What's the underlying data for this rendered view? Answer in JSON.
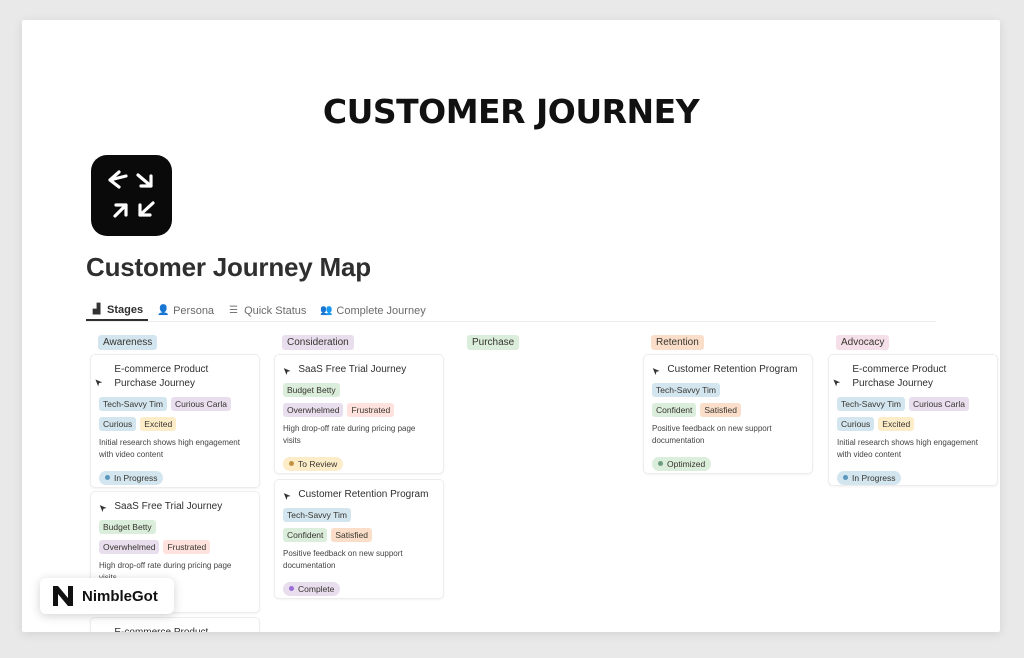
{
  "hero": {
    "title": "CUSTOMER JOURNEY"
  },
  "page": {
    "title": "Customer Journey Map",
    "icon": "arrows-icon"
  },
  "tabs": [
    {
      "label": "Stages",
      "icon": "chart-icon"
    },
    {
      "label": "Persona",
      "icon": "person-icon"
    },
    {
      "label": "Quick Status",
      "icon": "checklist-icon"
    },
    {
      "label": "Complete Journey",
      "icon": "people-icon"
    }
  ],
  "columns": [
    {
      "label": "Awareness",
      "color": "#d3e5ef",
      "cards": [
        {
          "title": "E-commerce Product Purchase Journey",
          "personas": [
            "Tech-Savvy Tim",
            "Curious Carla"
          ],
          "emotions": [
            "Curious",
            "Excited"
          ],
          "desc": "Initial research shows high engagement with video content",
          "status": "In Progress"
        },
        {
          "title": "SaaS Free Trial Journey",
          "personas": [
            "Budget Betty"
          ],
          "emotions": [
            "Overwhelmed",
            "Frustrated"
          ],
          "desc": "High drop-off rate during pricing page visits",
          "status": ""
        },
        {
          "title": "E-commerce Product Purchase",
          "personas": [],
          "emotions": [],
          "desc": "",
          "status": ""
        }
      ]
    },
    {
      "label": "Consideration",
      "color": "#e8deee",
      "cards": [
        {
          "title": "SaaS Free Trial Journey",
          "personas": [
            "Budget Betty"
          ],
          "emotions": [
            "Overwhelmed",
            "Frustrated"
          ],
          "desc": "High drop-off rate during pricing page visits",
          "status": "To Review"
        },
        {
          "title": "Customer Retention Program",
          "personas": [
            "Tech-Savvy Tim"
          ],
          "emotions": [
            "Confident",
            "Satisfied"
          ],
          "desc": "Positive feedback on new support documentation",
          "status": "Complete"
        }
      ]
    },
    {
      "label": "Purchase",
      "color": "#dbeddb",
      "cards": []
    },
    {
      "label": "Retention",
      "color": "#fadec9",
      "cards": [
        {
          "title": "Customer Retention Program",
          "personas": [
            "Tech-Savvy Tim"
          ],
          "emotions": [
            "Confident",
            "Satisfied"
          ],
          "desc": "Positive feedback on new support documentation",
          "status": "Optimized"
        }
      ]
    },
    {
      "label": "Advocacy",
      "color": "#f5e0e9",
      "cards": [
        {
          "title": "E-commerce Product Purchase Journey",
          "personas": [
            "Tech-Savvy Tim",
            "Curious Carla"
          ],
          "emotions": [
            "Curious",
            "Excited"
          ],
          "desc": "Initial research shows high engagement with video content",
          "status": "In Progress"
        }
      ]
    }
  ],
  "tag_colors": {
    "Tech-Savvy Tim": "#d3e5ef",
    "Curious Carla": "#e8deee",
    "Budget Betty": "#dbeddb",
    "Curious": "#d3e5ef",
    "Excited": "#fdecc8",
    "Overwhelmed": "#e8deee",
    "Frustrated": "#ffe2dd",
    "Confident": "#dbeddb",
    "Satisfied": "#fadec9"
  },
  "status_colors": {
    "In Progress": {
      "bg": "#d3e5ef",
      "dot": "#5b97bd"
    },
    "To Review": {
      "bg": "#fdecc8",
      "dot": "#c29343"
    },
    "Complete": {
      "bg": "#e8deee",
      "dot": "#9a6dd7"
    },
    "Optimized": {
      "bg": "#dbeddb",
      "dot": "#6c9b7d"
    }
  },
  "brand": {
    "name": "NimbleGot",
    "icon": "nimblegot-logo-icon"
  }
}
